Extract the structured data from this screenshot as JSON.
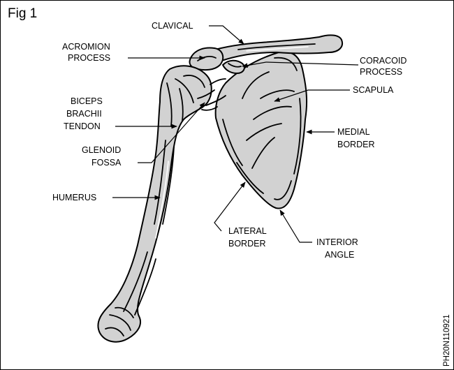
{
  "figure": {
    "label": "Fig 1",
    "code": "PH20N110921"
  },
  "labels": {
    "clavical": "CLAVICAL",
    "acromion_1": "ACROMION",
    "acromion_2": "PROCESS",
    "coracoid_1": "CORACOID",
    "coracoid_2": "PROCESS",
    "scapula": "SCAPULA",
    "biceps_1": "BICEPS",
    "biceps_2": "BRACHII",
    "biceps_3": "TENDON",
    "medial_1": "MEDIAL",
    "medial_2": "BORDER",
    "glenoid_1": "GLENOID",
    "glenoid_2": "FOSSA",
    "humerus": "HUMERUS",
    "lateral_1": "LATERAL",
    "lateral_2": "BORDER",
    "interior_1": "INTERIOR",
    "interior_2": "ANGLE"
  }
}
